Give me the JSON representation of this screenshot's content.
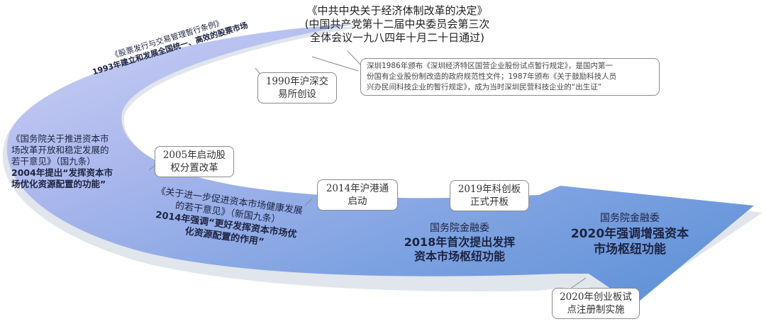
{
  "title": {
    "line1": "《中共中央关于经济体制改革的决定》",
    "line2": "(中国共产党第十二届中央委员会第三次",
    "line3": "全体会议一九八四年十月二十日通过)"
  },
  "note_1986": {
    "line1": "深圳1986年颁布《深圳经济特区国营企业股份试点暂行规定》，是国内第一",
    "line2": "份国有企业股份制改造的政府规范性文件；1987年颁布《关于鼓励科技人员",
    "line3": "兴办民间科技企业的暂行规定》，成为当时深圳民营科技企业的“出生证”"
  },
  "callouts": {
    "c1990": {
      "line1": "1990年沪深交",
      "line2": "易所创设"
    },
    "c2005": {
      "line1": "2005年启动股",
      "line2": "权分置改革"
    },
    "c2014": {
      "line1": "2014年沪港通",
      "line2": "启动"
    },
    "c2019": {
      "line1": "2019年科创板",
      "line2": "正式开板"
    },
    "c2020": {
      "line1": "2020年创业板试",
      "line2": "点注册制实施"
    }
  },
  "ribbon": {
    "m1993": {
      "line1": "《股票发行与交易管理暂行条例》",
      "line2": "1993年建立和发展全国统一、高效的股票市场"
    },
    "m2004": {
      "line1": "《国务院关于推进资本市",
      "line2": "场改革开放和稳定发展的",
      "line3": "若干意见》（国九条）",
      "line4": "2004年提出“发挥资本市",
      "line5": "场优化资源配置的功能”"
    },
    "m2014": {
      "line1": "《关于进一步促进资本市场健康发展",
      "line2": "的若干意见》（新国九条）",
      "line3": "2014年强调“更好发挥资本市场优",
      "line4": "化资源配置的作用”"
    },
    "m2018": {
      "line1": "国务院金融委",
      "line2": "2018年首次提出发挥",
      "line3": "资本市场枢纽功能"
    },
    "m2020": {
      "line1": "国务院金融委",
      "line2": "2020年强调增强资本",
      "line3": "市场枢纽功能"
    }
  },
  "colors": {
    "ribbon_light": "#c3c6f0",
    "ribbon_mid": "#9bb0ea",
    "ribbon_dark": "#5b8fd8",
    "shadow": "#dfe3ea",
    "callout_border": "#8a8a8a"
  }
}
